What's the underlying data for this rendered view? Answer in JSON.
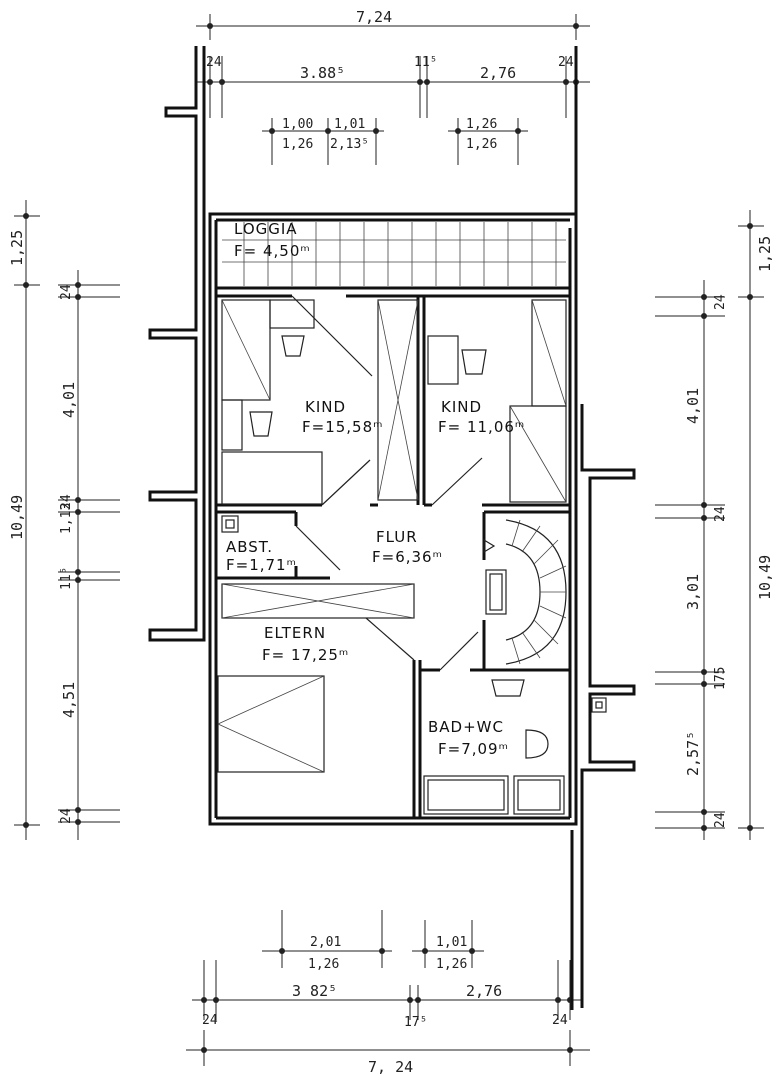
{
  "rooms": {
    "loggia": {
      "name": "LOGGIA",
      "area": "F= 4,50ᵐ"
    },
    "kind1": {
      "name": "KIND",
      "area": "F=15,58ᵐ"
    },
    "kind2": {
      "name": "KIND",
      "area": "F= 11,06ᵐ"
    },
    "abst": {
      "name": "ABST.",
      "area": "F=1,71ᵐ"
    },
    "flur": {
      "name": "FLUR",
      "area": "F=6,36ᵐ"
    },
    "eltern": {
      "name": "ELTERN",
      "area": "F= 17,25ᵐ"
    },
    "bad": {
      "name": "BAD+WC",
      "area": "F=7,09ᵐ"
    }
  },
  "dims": {
    "top_total": "7,24",
    "top_left24": "24",
    "top_a": "3.88⁵",
    "top_b": "11⁵",
    "top_c": "2,76",
    "top_right24": "24",
    "win1_top": "1,00",
    "win1_bot": "1,26",
    "win2_top": "1,01",
    "win2_bot": "2,13⁵",
    "win3_top": "1,26",
    "win3_bot": "1,26",
    "bot_win1_top": "2,01",
    "bot_win1_bot": "1,26",
    "bot_win2_top": "1,01",
    "bot_win2_bot": "1,26",
    "bot_left24": "24",
    "bot_a": "3 82⁵",
    "bot_b": "17⁵",
    "bot_c": "2,76",
    "bot_right24": "24",
    "bot_total": "7, 24",
    "left_total": "10,49",
    "left_125": "1,25",
    "left_24a": "24",
    "left_401": "4,01",
    "left_113": "1,13",
    "left_24b": "24",
    "left_115": "11⁵",
    "left_451": "4,51",
    "left_24c": "24",
    "right_125": "1,25",
    "right_24a": "24",
    "right_401": "4,01",
    "right_24b": "24",
    "right_301": "3,01",
    "right_175": "175",
    "right_2575": "2,57⁵",
    "right_24c": "24",
    "right_total": "10,49"
  }
}
